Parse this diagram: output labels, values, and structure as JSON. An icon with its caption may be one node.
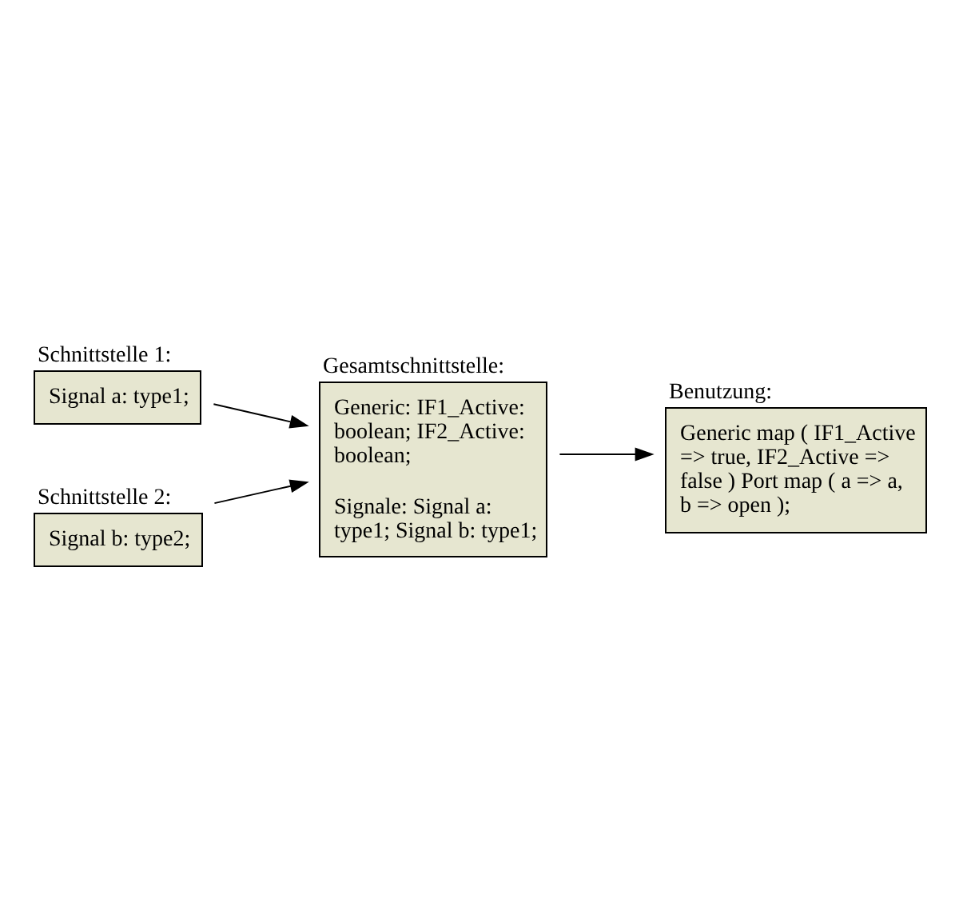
{
  "diagram": {
    "nodes": [
      {
        "text": [
          "Schnittstelle 1:",
          "Signal a: type1;"
        ]
      },
      {
        "text": [
          "Schnittstelle 2:",
          "Signal b: type2;"
        ]
      },
      {
        "text": [
          "Gesamtschnittstelle:",
          "Generic: IF1_Active: boolean; IF2_Active: boolean;",
          "Signale: Signal a: type1; Signal b: type1;"
        ]
      },
      {
        "text": [
          "Benutzung:",
          "Generic map ( IF1_Active => true, IF2_Active => false ) Port map ( a => a, b => open );"
        ]
      }
    ],
    "edges": [
      {
        "from": 0,
        "to": 2,
        "arrow": "to"
      },
      {
        "from": 1,
        "to": 2,
        "arrow": "to"
      },
      {
        "from": 2,
        "to": 3,
        "arrow": "to"
      }
    ]
  }
}
